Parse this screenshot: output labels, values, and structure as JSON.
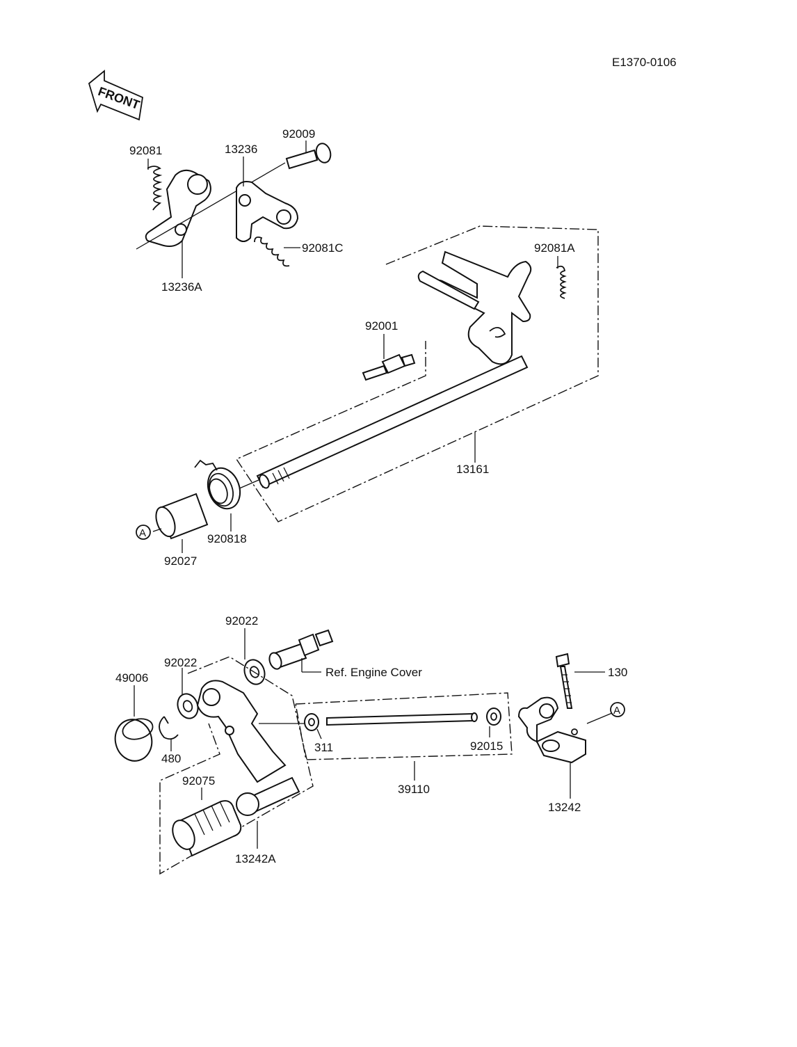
{
  "diagram_code": "E1370-0106",
  "front_label": "FRONT",
  "ref_label": "Ref.  Engine Cover",
  "circle_marker": "A",
  "parts": {
    "p92081": "92081",
    "p13236": "13236",
    "p92009": "92009",
    "p13236A": "13236A",
    "p92081C": "92081C",
    "p92081A": "92081A",
    "p92001": "92001",
    "p13161": "13161",
    "p92027": "92027",
    "p92081B": "920818",
    "p92022_top": "92022",
    "p92022_left": "92022",
    "p49006": "49006",
    "p480": "480",
    "p311": "311",
    "p92015": "92015",
    "p39110": "39110",
    "p92075": "92075",
    "p13242A": "13242A",
    "p130": "130",
    "p13242": "13242"
  }
}
